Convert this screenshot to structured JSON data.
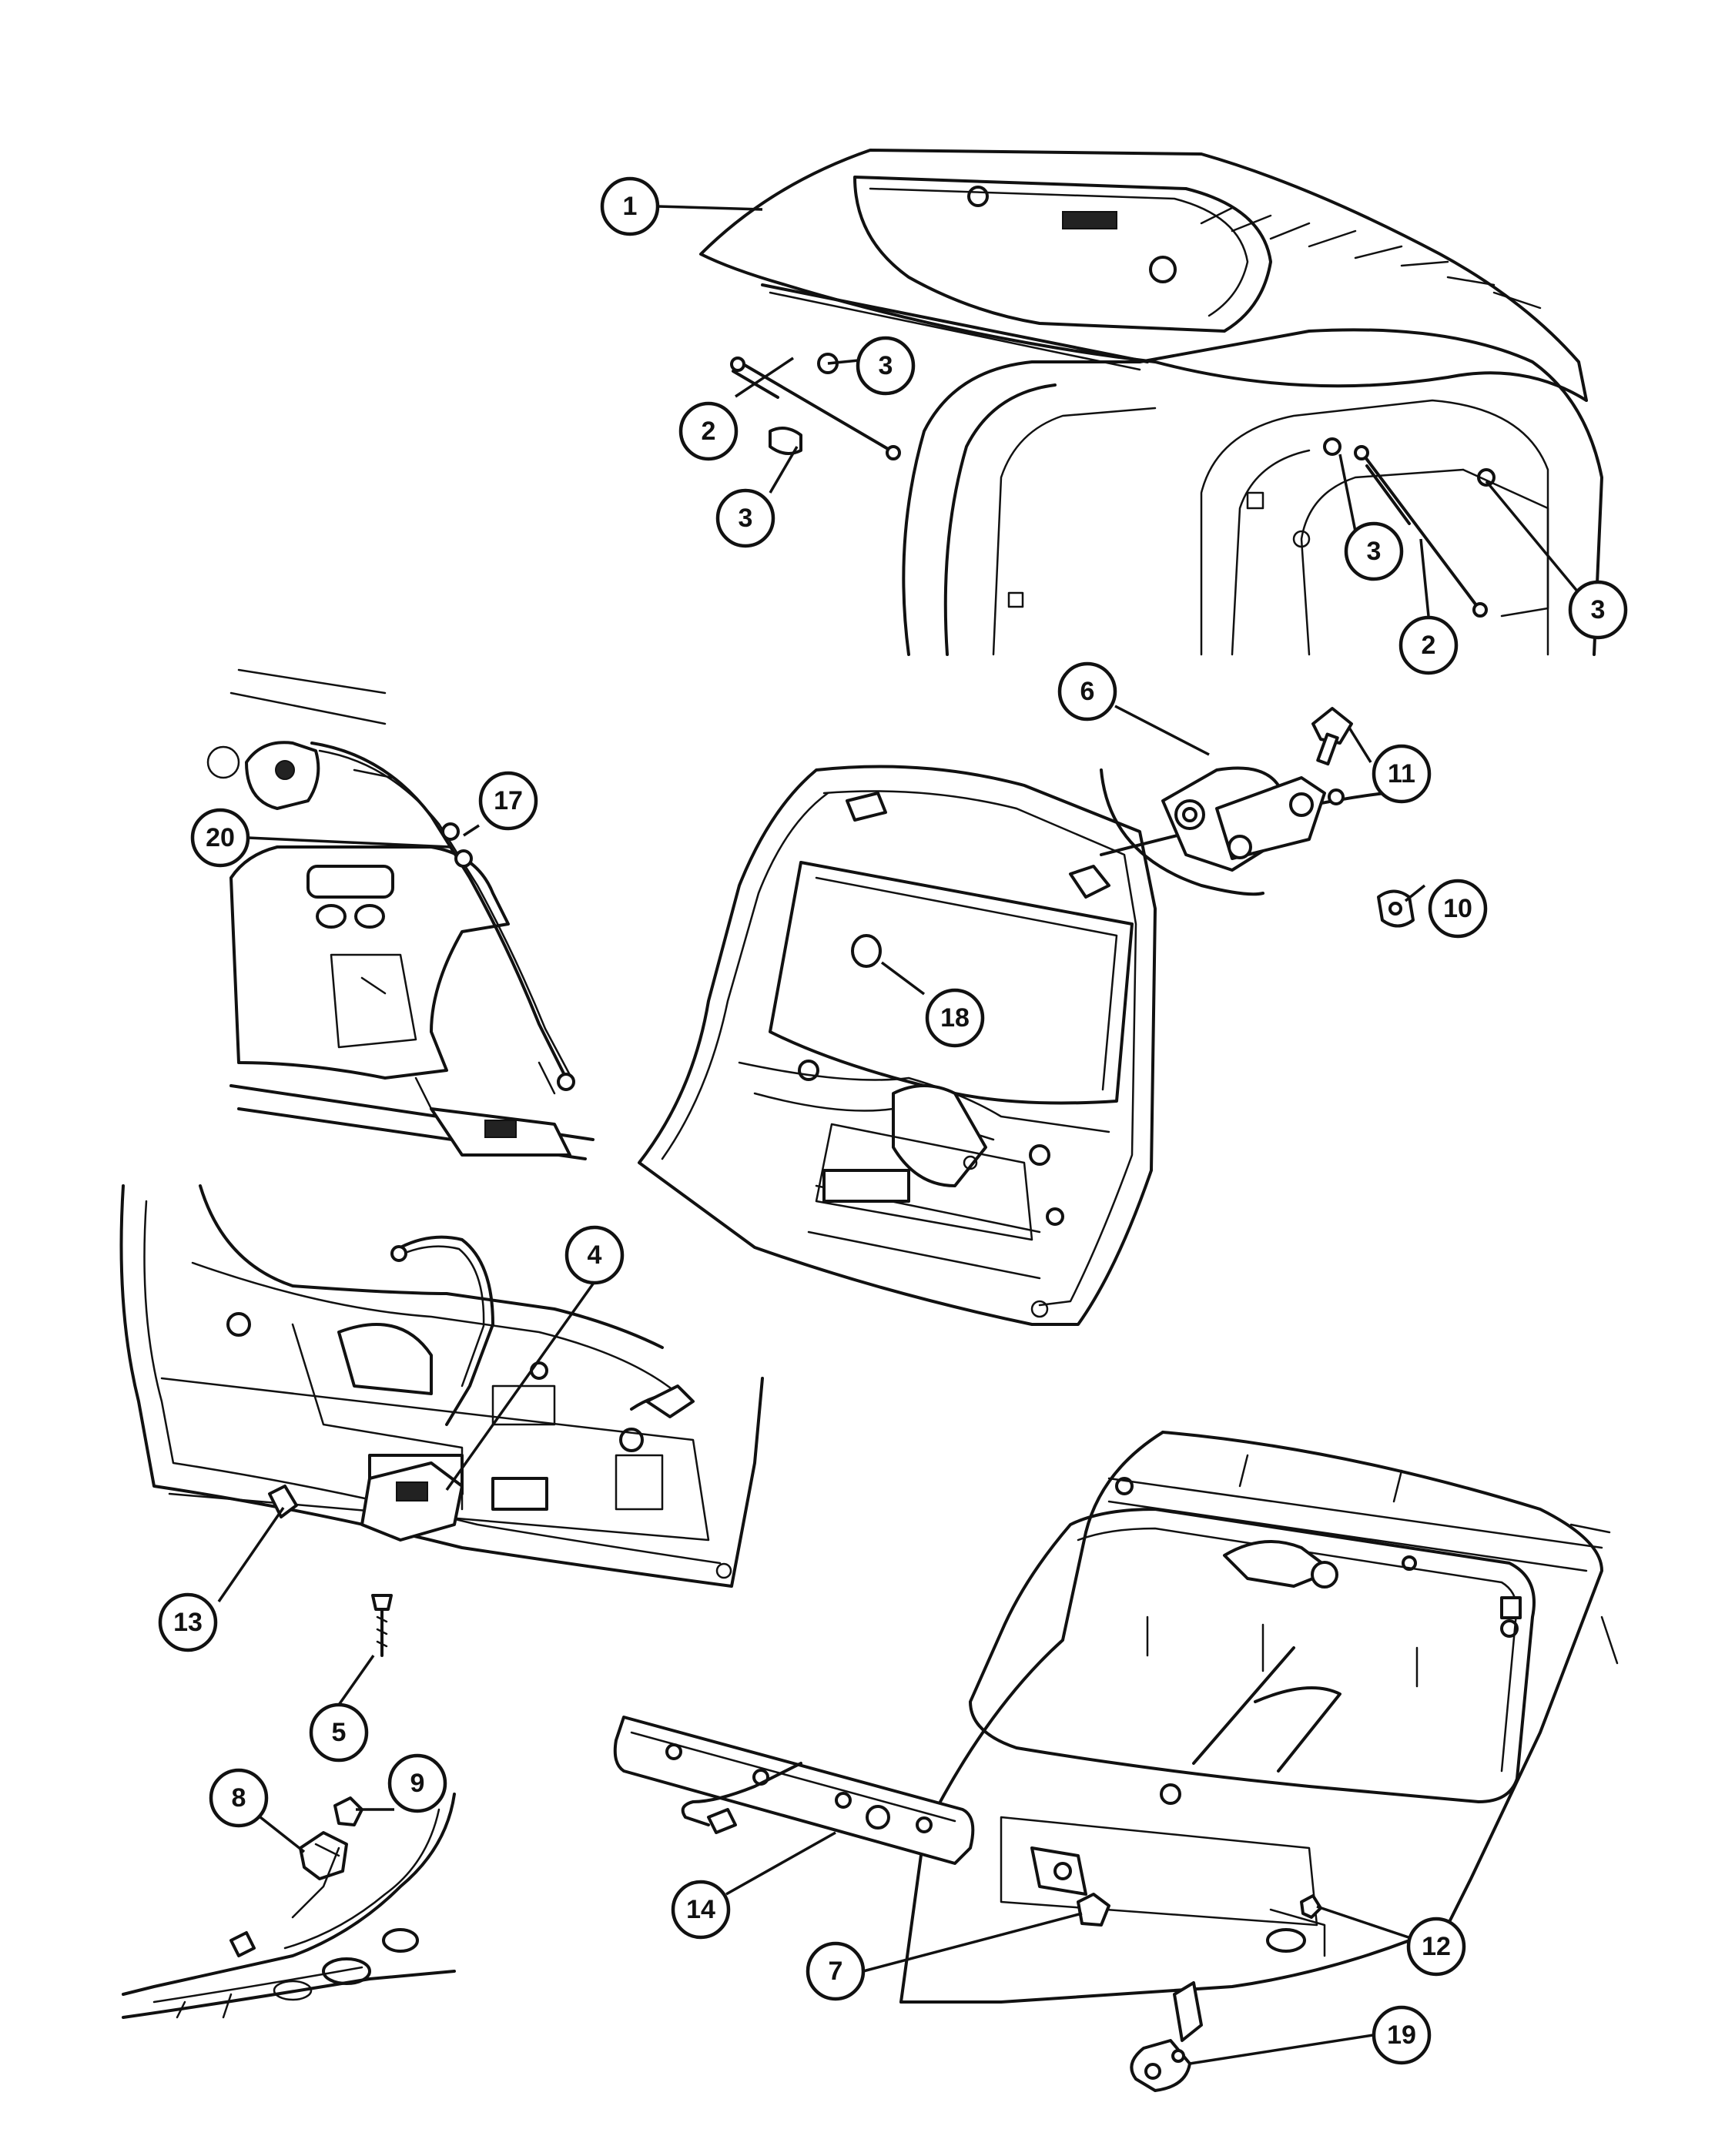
{
  "callouts": [
    {
      "id": "c1",
      "number": "1"
    },
    {
      "id": "c2a",
      "number": "2"
    },
    {
      "id": "c3a",
      "number": "3"
    },
    {
      "id": "c3b",
      "number": "3"
    },
    {
      "id": "c3c",
      "number": "3"
    },
    {
      "id": "c2b",
      "number": "2"
    },
    {
      "id": "c3d",
      "number": "3"
    },
    {
      "id": "c6",
      "number": "6"
    },
    {
      "id": "c11",
      "number": "11"
    },
    {
      "id": "c10",
      "number": "10"
    },
    {
      "id": "c17",
      "number": "17"
    },
    {
      "id": "c20",
      "number": "20"
    },
    {
      "id": "c18",
      "number": "18"
    },
    {
      "id": "c4",
      "number": "4"
    },
    {
      "id": "c13",
      "number": "13"
    },
    {
      "id": "c5",
      "number": "5"
    },
    {
      "id": "c8",
      "number": "8"
    },
    {
      "id": "c9",
      "number": "9"
    },
    {
      "id": "c14",
      "number": "14"
    },
    {
      "id": "c12",
      "number": "12"
    },
    {
      "id": "c7",
      "number": "7"
    },
    {
      "id": "c19",
      "number": "19"
    }
  ]
}
